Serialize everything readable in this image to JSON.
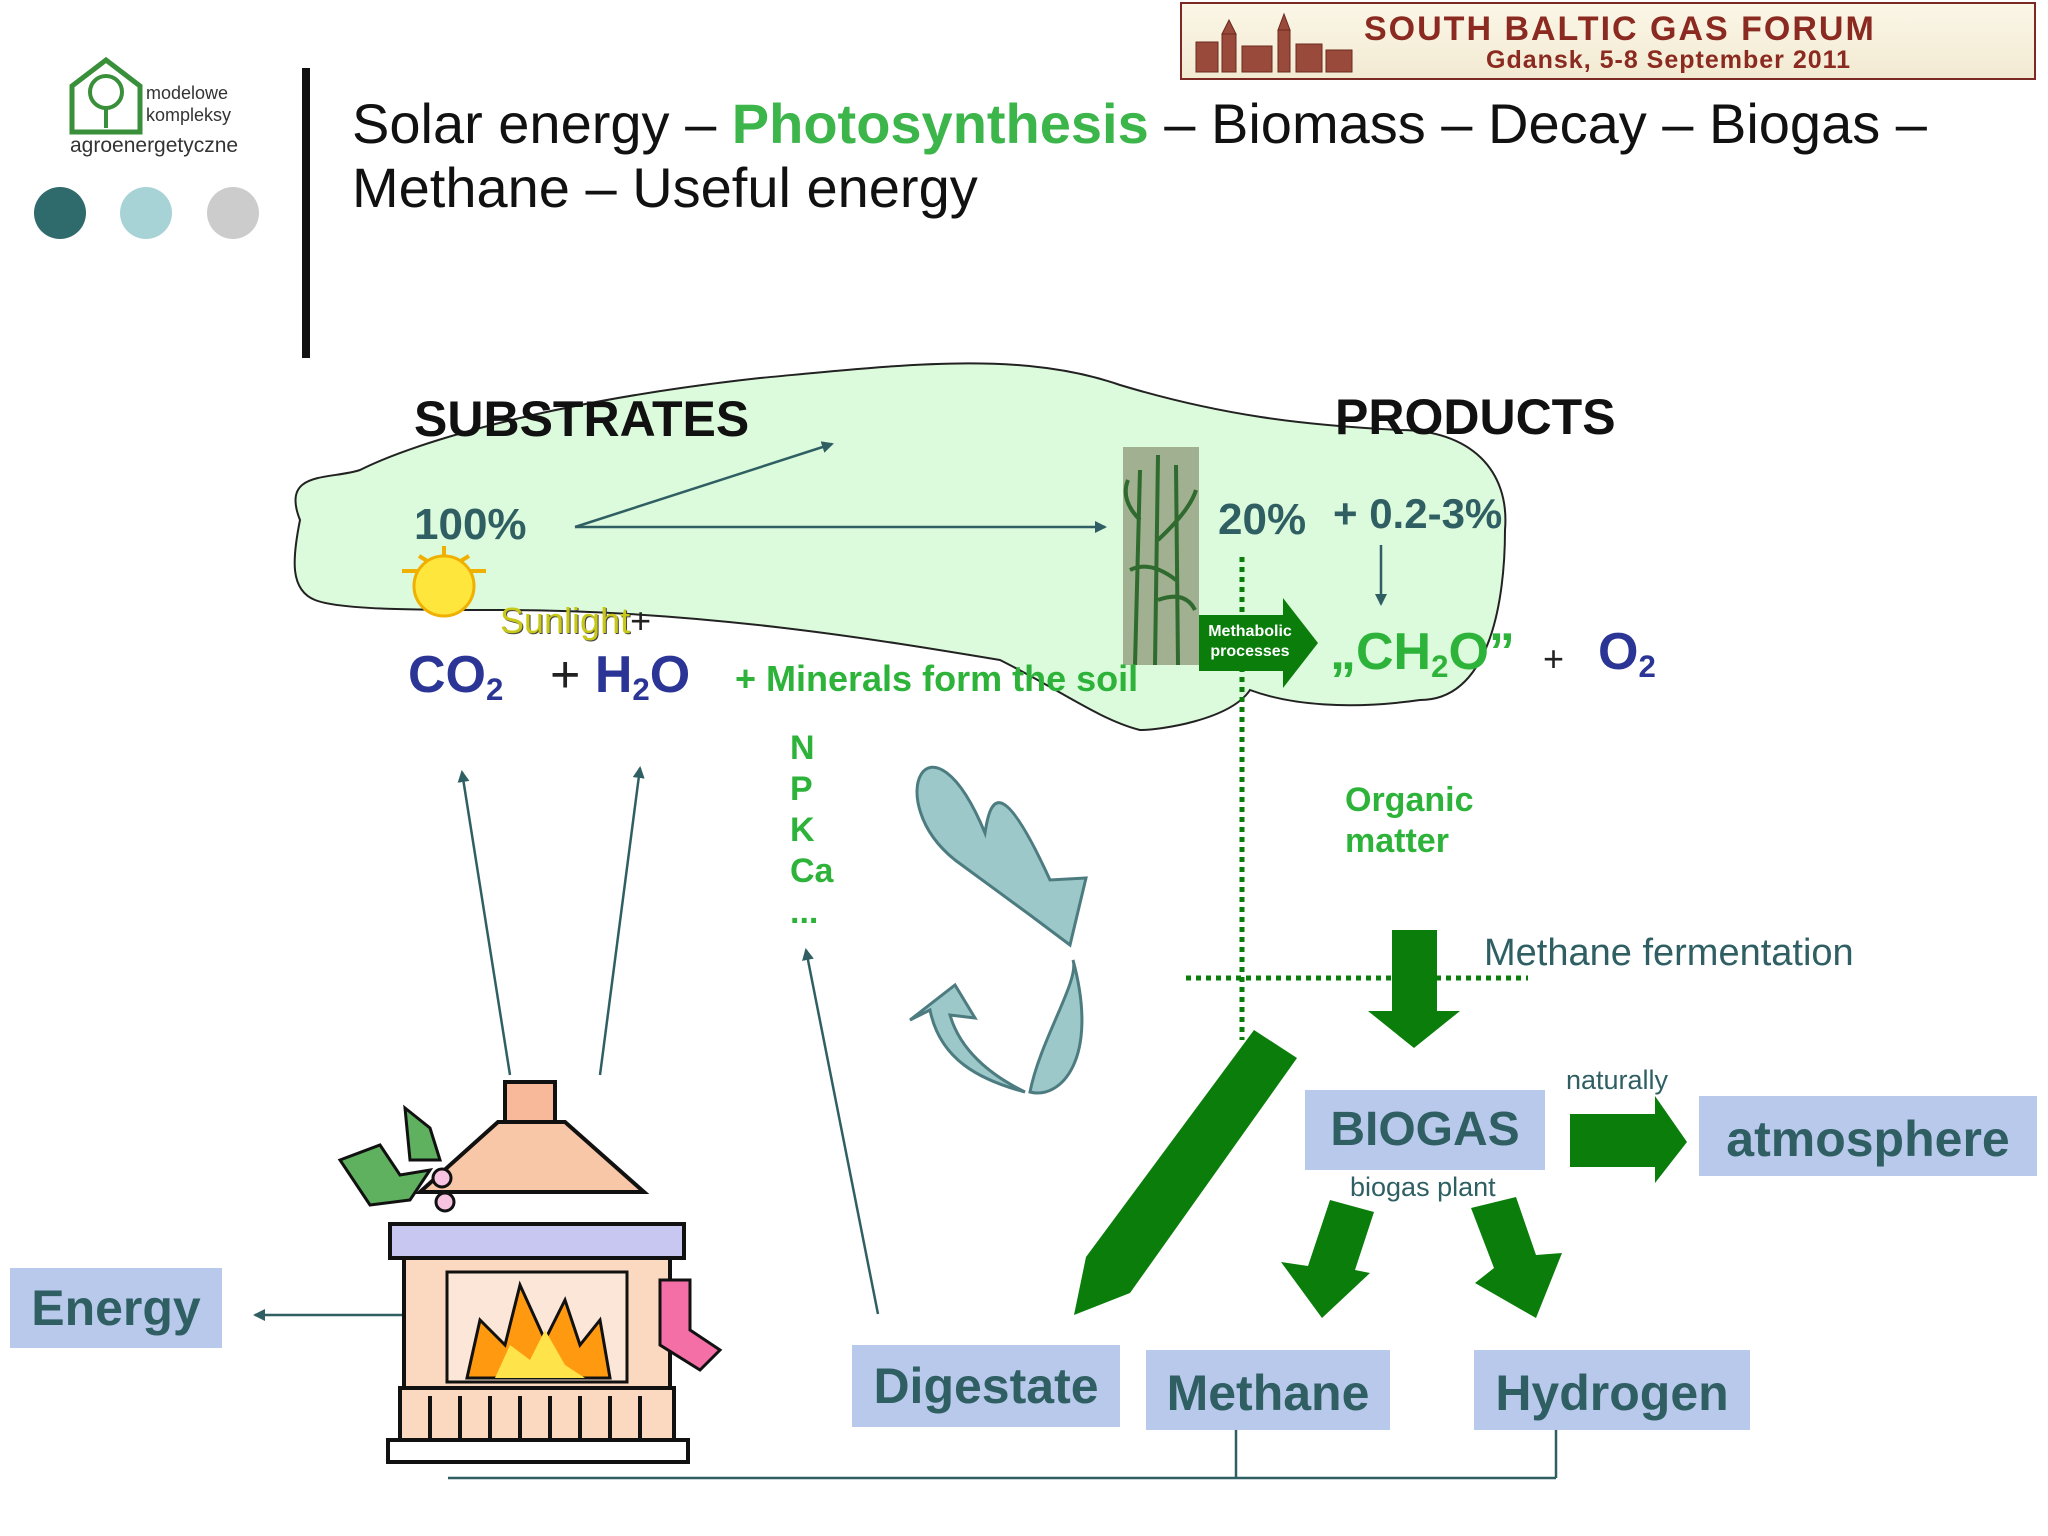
{
  "header": {
    "title_part1": "Solar energy – ",
    "title_highlight": "Photosynthesis",
    "title_part2": " – Biomass – Decay – Biogas – Methane – Useful energy"
  },
  "logo": {
    "line1": "modelowe",
    "line2": "kompleksy",
    "line3": "agroenergetyczne",
    "dot_colors": [
      "#2f6a6c",
      "#a8d3d6",
      "#cccccc"
    ]
  },
  "banner": {
    "title": "SOUTH BALTIC GAS FORUM",
    "subtitle": "Gdansk, 5-8 September 2011"
  },
  "diagram": {
    "substrates": "SUBSTRATES",
    "products": "PRODUCTS",
    "pct100": "100%",
    "pct20": "20%",
    "pct_small": "+ 0.2-3%",
    "sunlight": "Sunlight",
    "plus": "+",
    "co2_main": "CO",
    "co2_sub": "2",
    "h2o_h": "H",
    "h2o_sub": "2",
    "h2o_o": "O",
    "minerals": "+ Minerals form the soil",
    "metabolic1": "Methabolic",
    "metabolic2": "processes",
    "ch2o_pre": "„CH",
    "ch2o_sub": "2",
    "ch2o_post": "O”",
    "o2_main": "O",
    "o2_sub": "2",
    "nutrients": [
      "N",
      "P",
      "K",
      "Ca",
      "..."
    ],
    "organic_matter": "Organic matter",
    "methane_fermentation": "Methane fermentation",
    "biogas": "BIOGAS",
    "biogas_plant": "biogas plant",
    "naturally": "naturally",
    "atmosphere": "atmosphere",
    "energy": "Energy",
    "digestate": "Digestate",
    "methane": "Methane",
    "hydrogen": "Hydrogen"
  },
  "colors": {
    "cloud": "#dcfadc",
    "arrow_green": "#0a7d0a",
    "box_blue": "#b8c9ec",
    "teal_text": "#2f5f63",
    "formula_blue": "#2b3596",
    "light_green_text": "#2db33a"
  }
}
